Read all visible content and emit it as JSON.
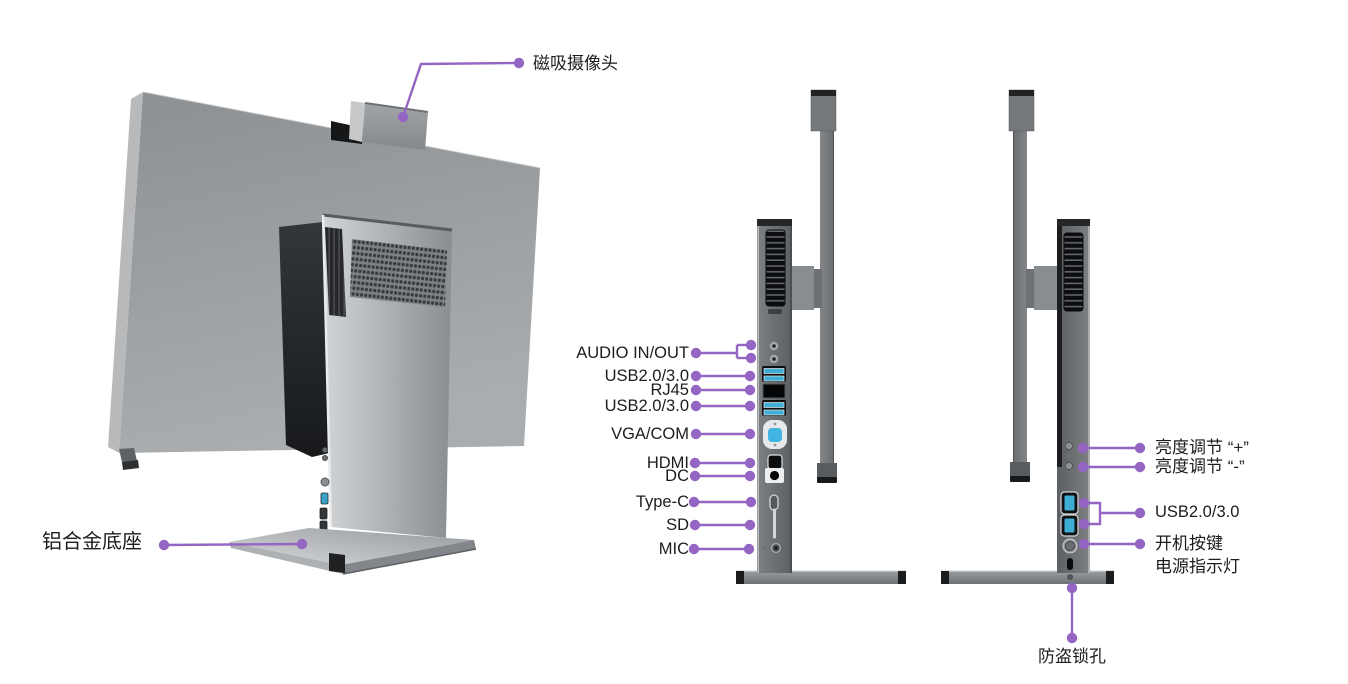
{
  "callouts": {
    "camera": "磁吸摄像头",
    "base": "铝合金底座",
    "io_left": [
      "AUDIO IN/OUT",
      "USB2.0/3.0",
      "RJ45",
      "USB2.0/3.0",
      "VGA/COM",
      "HDMI",
      "DC",
      "Type-C",
      "SD",
      "MIC"
    ],
    "io_right": [
      "亮度调节 “+”",
      "亮度调节 “-”",
      "USB2.0/3.0",
      "开机按键",
      "电源指示灯"
    ],
    "lock": "防盗锁孔"
  },
  "colors": {
    "callout_purple": "#9465C2",
    "text": "#1D1D1D",
    "usb_blue": "#3EAED4",
    "vga_blue": "#41B4E2",
    "background": "#FFFFFF"
  }
}
